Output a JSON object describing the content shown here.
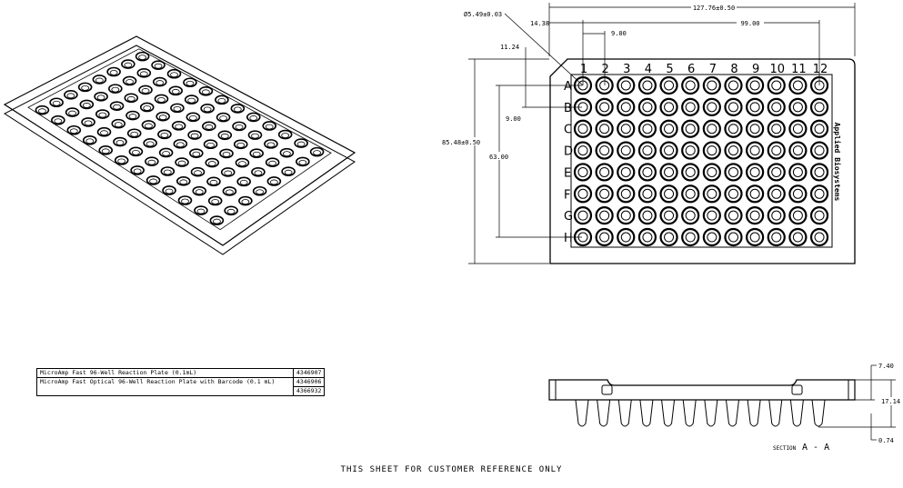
{
  "top_view": {
    "columns": [
      "1",
      "2",
      "3",
      "4",
      "5",
      "6",
      "7",
      "8",
      "9",
      "10",
      "11",
      "12"
    ],
    "rows": [
      "A",
      "B",
      "C",
      "D",
      "E",
      "F",
      "G",
      "H"
    ],
    "logo_text": "Applied Biosystems"
  },
  "dimensions": {
    "overall_length": "127.76±0.50",
    "well_diameter": "Ø5.49±0.03",
    "a1_x_offset": "14.38",
    "column_span": "99.00",
    "column_pitch": "9.00",
    "a1_y_offset": "11.24",
    "overall_width": "85.48±0.50",
    "row_span": "63.00",
    "row_pitch": "9.00"
  },
  "section": {
    "label": "SECTION",
    "name": "A - A",
    "dims": [
      "7.40",
      "17.14",
      "0.74"
    ]
  },
  "parts_table": [
    {
      "description": "MicroAmp Fast 96-Well Reaction Plate (0.1mL)",
      "part_numbers": [
        "4346907"
      ]
    },
    {
      "description": "MicroAmp Fast Optical 96-Well Reaction Plate with Barcode (0.1 mL)",
      "part_numbers": [
        "4346906",
        "4366932"
      ]
    }
  ],
  "footer": "THIS SHEET FOR CUSTOMER REFERENCE ONLY"
}
